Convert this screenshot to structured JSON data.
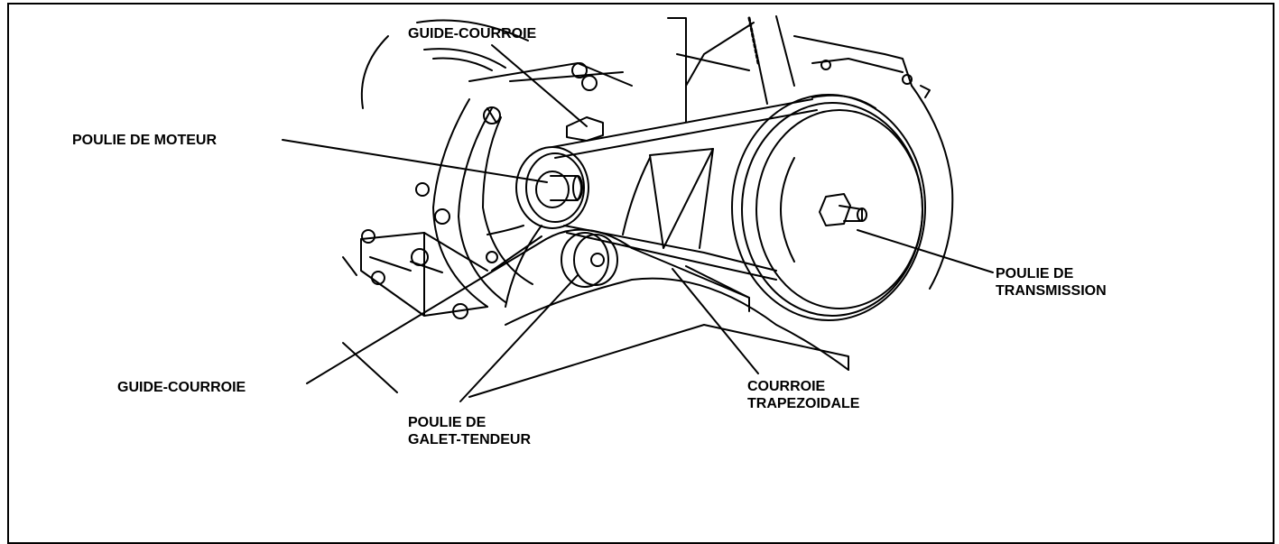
{
  "labels": {
    "guide_courroie_top": "GUIDE-COURROIE",
    "poulie_moteur": "POULIE DE MOTEUR",
    "poulie_transmission": [
      "POULIE DE",
      "TRANSMISSION"
    ],
    "guide_courroie_bottom": "GUIDE-COURROIE",
    "courroie_trapezoidale": [
      "COURROIE",
      "TRAPEZOIDALE"
    ],
    "poulie_galet": [
      "POULIE DE",
      "GALET-TENDEUR"
    ]
  }
}
